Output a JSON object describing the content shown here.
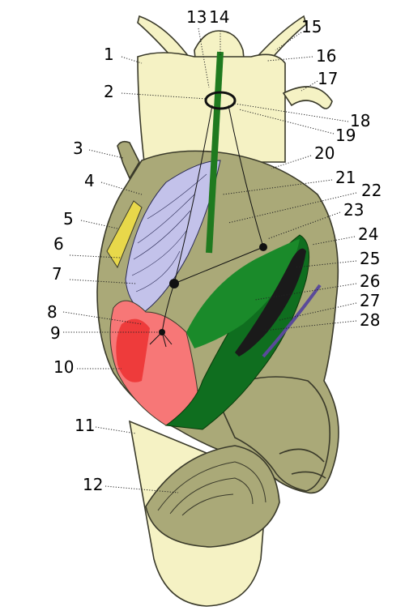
{
  "labels": [
    "1",
    "2",
    "3",
    "4",
    "5",
    "6",
    "7",
    "8",
    "9",
    "10",
    "11",
    "12",
    "13",
    "14",
    "15",
    "16",
    "17",
    "18",
    "19",
    "20",
    "21",
    "22",
    "23",
    "24",
    "25",
    "26",
    "27",
    "28"
  ],
  "colors": {
    "foot": "#f5f2c4",
    "mantle": "#aaa978",
    "lung": "#c3c2ea",
    "gland": "#e8d84a",
    "kidney": "#f77777",
    "pericard": "#ee3b3b",
    "gill": "#0f6e1f",
    "nerve": "#1f7a1f",
    "vessel": "#5a4a9a",
    "dark": "#1a1a1a"
  }
}
